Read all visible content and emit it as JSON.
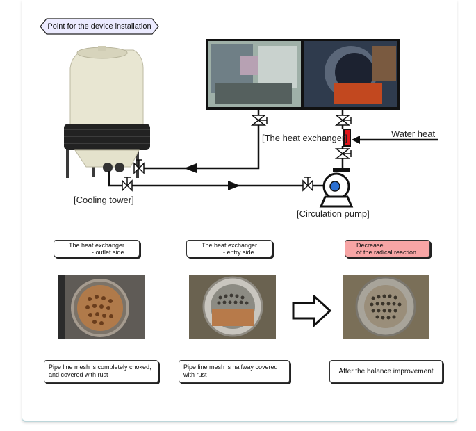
{
  "installation_point": "Point for the device installation",
  "labels": {
    "heat_exchanger": "[The heat exchanger]",
    "water_heat": "Water heat",
    "cooling_tower": "[Cooling tower]",
    "circulation_pump": "[Circulation pump]"
  },
  "comparison": [
    {
      "title_line1": "The heat exchanger",
      "title_line2": "- outlet side",
      "caption_line1": "Pipe line mesh is completely choked,",
      "caption_line2": "and covered with rust"
    },
    {
      "title_line1": "The heat exchanger",
      "title_line2": "- entry side",
      "caption_line1": "Pipe line mesh is halfway covered",
      "caption_line2": "with rust"
    },
    {
      "title_line1": "Decrease",
      "title_line2": "of the radical reaction",
      "caption_line1": "After the balance improvement",
      "caption_line2": ""
    }
  ],
  "colors": {
    "heater_red": "#e0161b",
    "highlight_pink": "#f7a5a5",
    "tag_fill": "#ecebff"
  }
}
